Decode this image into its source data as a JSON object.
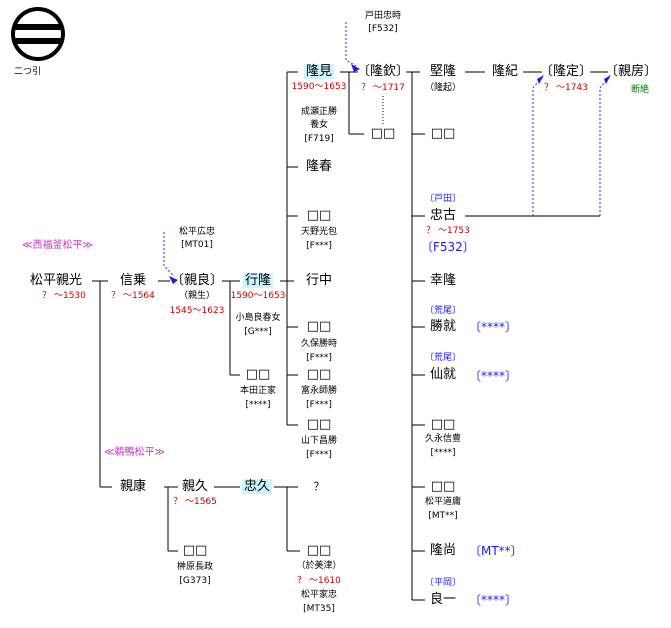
{
  "crest": {
    "label": "二つ引"
  },
  "labels": {
    "nishifukukama": "≪西福釜松平≫",
    "usagamo": "≪鵜鴨松平≫"
  },
  "people": {
    "chikamitsu": {
      "name": "松平親光",
      "dates": "？ ～1530"
    },
    "nobunori": {
      "name": "信乗",
      "dates": "？ ～1564"
    },
    "chikayoshi": {
      "name": "〔親良〕",
      "alias": "（親生）",
      "dates": "1545～1623"
    },
    "hirotada_note": {
      "name": "松平広忠",
      "code": "[MT01]"
    },
    "yukitaka": {
      "name": "行隆",
      "dates": "1590～1653"
    },
    "kojima_wife": {
      "name": "小島良春女",
      "code": "[G***]"
    },
    "honda": {
      "name": "□□",
      "sub": "本田正家",
      "code": "[****]"
    },
    "takami": {
      "name": "隆見",
      "dates": "1590～1653"
    },
    "naruse_wife": {
      "name": "成瀬正勝",
      "sub": "養女",
      "code": "[F719]"
    },
    "takaharu": {
      "name": "隆春"
    },
    "amano": {
      "name": "□□",
      "sub": "天野光包",
      "code": "[F***]"
    },
    "yukinaka": {
      "name": "行中"
    },
    "kubo": {
      "name": "□□",
      "sub": "久保勝時",
      "code": "[F***]"
    },
    "tominaga": {
      "name": "□□",
      "sub": "富永師勝",
      "code": "[F***]"
    },
    "yamashita": {
      "name": "□□",
      "sub": "山下昌勝",
      "code": "[F***]"
    },
    "toda_note": {
      "name": "戸田忠時",
      "code": "[F532]"
    },
    "takayoshi": {
      "name": "〔隆欽〕",
      "dates": "？ ～1717"
    },
    "child_box": {
      "name": "□□"
    },
    "katataka": {
      "name": "堅隆",
      "alias": "（隆起）"
    },
    "takanori": {
      "name": "隆紀"
    },
    "takasada": {
      "name": "〔隆定〕",
      "dates": "？ ～1743"
    },
    "chikafusa": {
      "name": "〔親房〕",
      "note": "断絶"
    },
    "box2": {
      "name": "□□"
    },
    "tadayoshi": {
      "name": "忠古",
      "adopt": "〔戸田〕",
      "dates": "？ ～1753",
      "code": "〔F532〕"
    },
    "yukitaka2": {
      "name": "幸隆"
    },
    "katsunari": {
      "name": "勝就",
      "adopt": "〔荒尾〕",
      "code": "〔****〕"
    },
    "sennari": {
      "name": "仙就",
      "adopt": "〔荒尾〕",
      "code": "〔****〕"
    },
    "hisanaga": {
      "name": "□□",
      "sub": "久永信豊",
      "code": "[****]"
    },
    "matsudaira_michi": {
      "name": "□□",
      "sub": "松平道庸",
      "code": "[MT**]"
    },
    "takanao": {
      "name": "隆尚",
      "code": "〔MT**〕"
    },
    "yoshikazu": {
      "name": "良一",
      "adopt": "〔平岡〕",
      "code": "〔****〕"
    },
    "chikayasu": {
      "name": "親康"
    },
    "chikahisa": {
      "name": "親久",
      "dates": "？ ～1565"
    },
    "tadahisa": {
      "name": "忠久"
    },
    "unknown": {
      "name": "？"
    },
    "sakakibara": {
      "name": "□□",
      "sub": "榊原長政",
      "code": "[G373]"
    },
    "omiyatsu": {
      "name": "□□",
      "alias": "（於美津）",
      "dates": "？ ～1610",
      "sub": "松平家忠",
      "code": "[MT35]"
    }
  }
}
